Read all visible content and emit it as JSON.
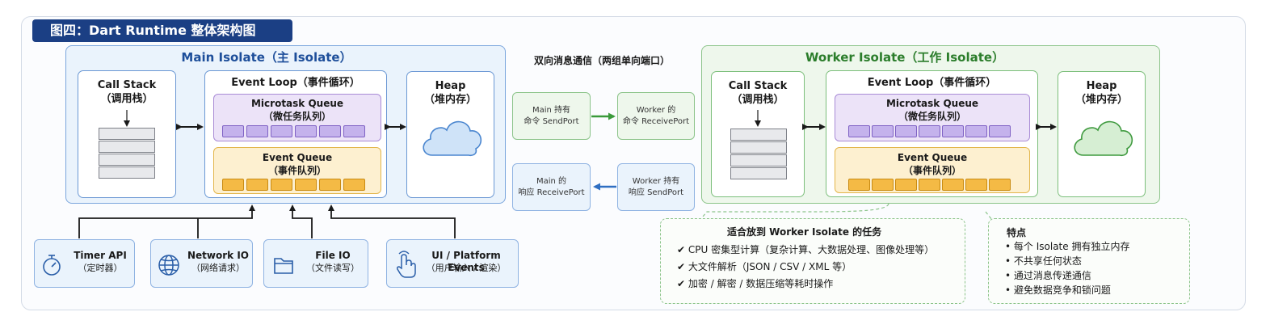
{
  "title": "图四：Dart Runtime 整体架构图",
  "main_isolate": {
    "heading": "Main Isolate（主 Isolate）",
    "call_stack": {
      "title": "Call Stack",
      "subtitle": "（调用栈）"
    },
    "event_loop": {
      "title": "Event Loop（事件循环）"
    },
    "microtask_queue": {
      "title": "Microtask Queue",
      "subtitle": "（微任务队列）"
    },
    "event_queue": {
      "title": "Event Queue",
      "subtitle": "（事件队列）"
    },
    "heap": {
      "title": "Heap",
      "subtitle": "（堆内存）"
    }
  },
  "worker_isolate": {
    "heading": "Worker Isolate（工作 Isolate）",
    "call_stack": {
      "title": "Call Stack",
      "subtitle": "（调用栈）"
    },
    "event_loop": {
      "title": "Event Loop（事件循环）"
    },
    "microtask_queue": {
      "title": "Microtask Queue",
      "subtitle": "（微任务队列）"
    },
    "event_queue": {
      "title": "Event Queue",
      "subtitle": "（事件队列）"
    },
    "heap": {
      "title": "Heap",
      "subtitle": "（堆内存）"
    }
  },
  "messaging": {
    "heading": "双向消息通信（两组单向端口）",
    "main_send": {
      "line1": "Main 持有",
      "line2": "命令 SendPort"
    },
    "worker_receive": {
      "line1": "Worker 的",
      "line2": "命令 ReceivePort"
    },
    "main_receive": {
      "line1": "Main 的",
      "line2": "响应 ReceivePort"
    },
    "worker_send": {
      "line1": "Worker 持有",
      "line2": "响应 SendPort"
    }
  },
  "event_sources": [
    {
      "title": "Timer API",
      "subtitle": "（定时器）",
      "icon": "stopwatch-icon"
    },
    {
      "title": "Network IO",
      "subtitle": "（网络请求）",
      "icon": "globe-icon"
    },
    {
      "title": "File IO",
      "subtitle": "（文件读写）",
      "icon": "folder-icon"
    },
    {
      "title": "UI / Platform Events",
      "subtitle": "（用户输入 / 渲染）",
      "icon": "hand-pointer-icon"
    }
  ],
  "worker_tasks": {
    "title": "适合放到 Worker Isolate 的任务",
    "items": [
      "CPU 密集型计算（复杂计算、大数据处理、图像处理等）",
      "大文件解析（JSON / CSV / XML 等）",
      "加密 / 解密 / 数据压缩等耗时操作"
    ]
  },
  "features": {
    "title": "特点",
    "items": [
      "每个 Isolate 拥有独立内存",
      "不共享任何状态",
      "通过消息传递通信",
      "避免数据竞争和锁问题"
    ]
  },
  "colors": {
    "title_bg": "#1b3f84",
    "main_accent": "#1d4e9a",
    "worker_accent": "#2b7d2b",
    "microtask": "#c4b2ec",
    "event_queue": "#f4ba45",
    "arrow_green": "#3a9a3a",
    "arrow_blue": "#2f6fc2"
  }
}
